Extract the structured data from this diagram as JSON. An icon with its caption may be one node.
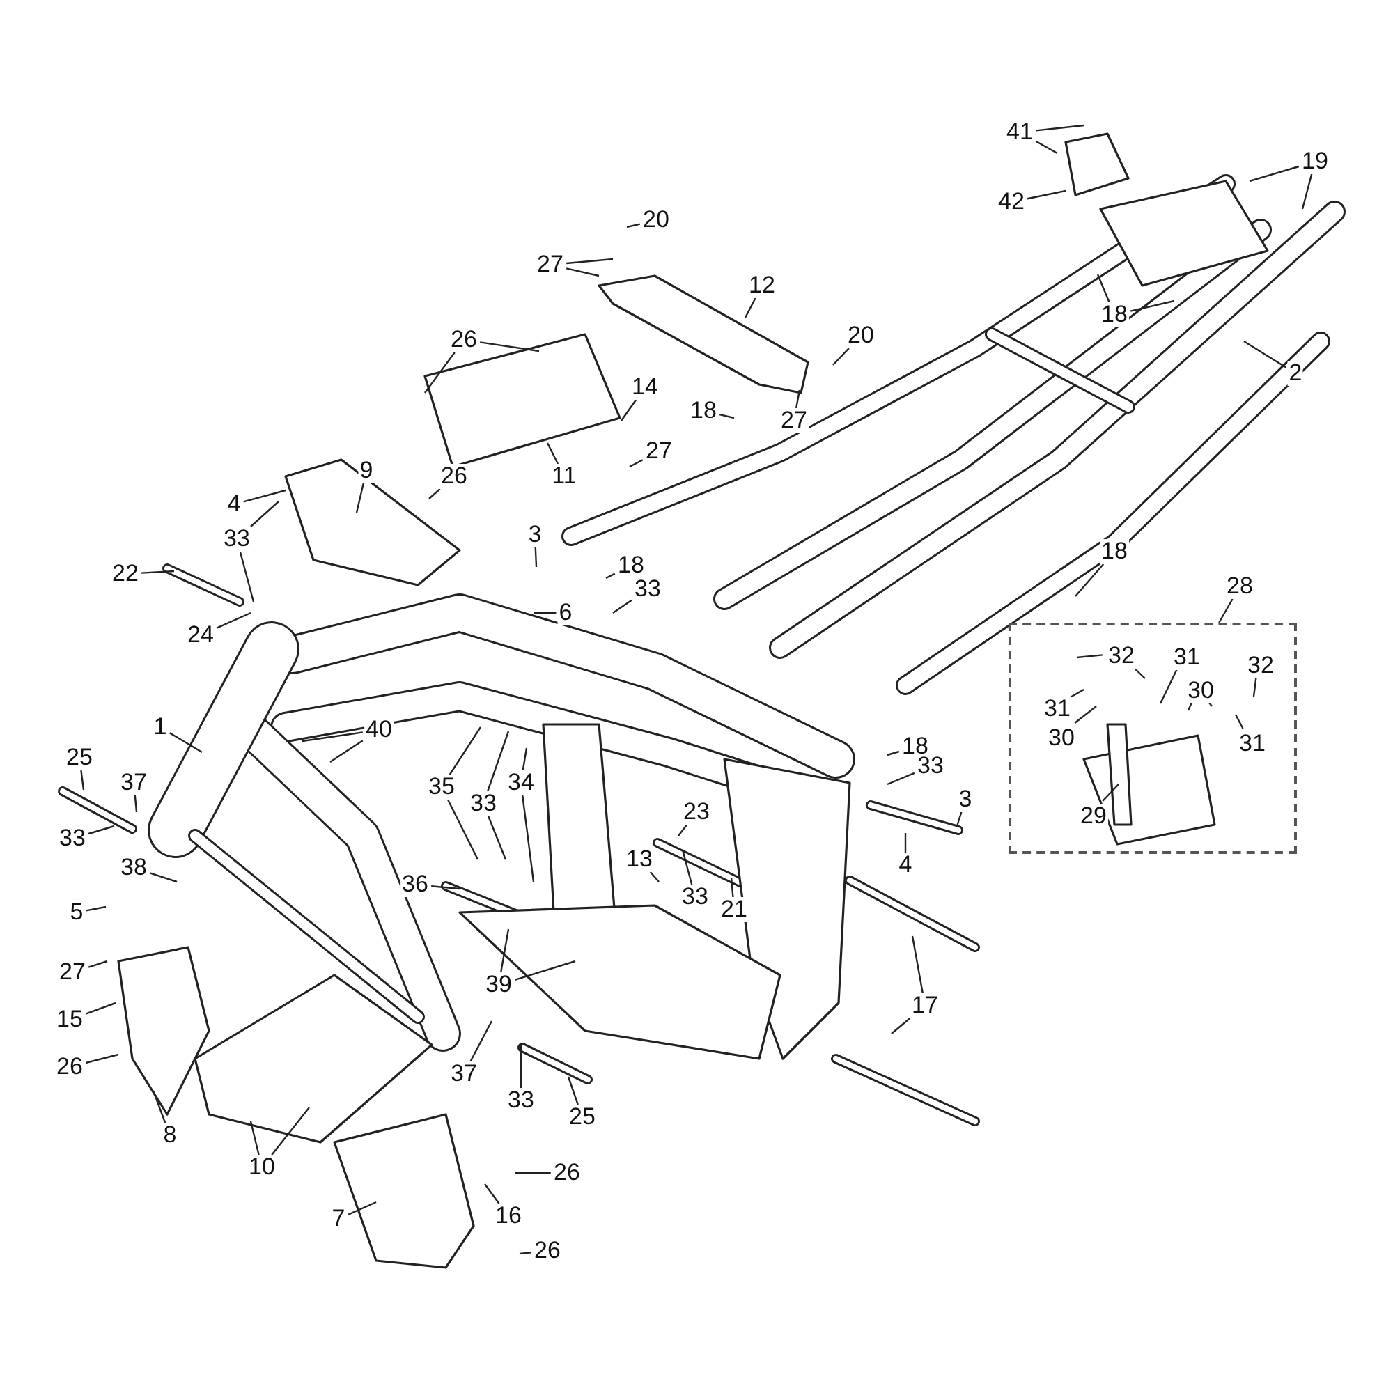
{
  "diagram": {
    "nodes": [
      {
        "text": [
          "41"
        ]
      },
      {
        "text": [
          "42"
        ]
      },
      {
        "text": [
          "19"
        ]
      },
      {
        "text": [
          "20"
        ]
      },
      {
        "text": [
          "27"
        ]
      },
      {
        "text": [
          "12"
        ]
      },
      {
        "text": [
          "18"
        ]
      },
      {
        "text": [
          "20"
        ]
      },
      {
        "text": [
          "26"
        ]
      },
      {
        "text": [
          "2"
        ]
      },
      {
        "text": [
          "14"
        ]
      },
      {
        "text": [
          "18"
        ]
      },
      {
        "text": [
          "27"
        ]
      },
      {
        "text": [
          "27"
        ]
      },
      {
        "text": [
          "9"
        ]
      },
      {
        "text": [
          "11"
        ]
      },
      {
        "text": [
          "26"
        ]
      },
      {
        "text": [
          "4"
        ]
      },
      {
        "text": [
          "3"
        ]
      },
      {
        "text": [
          "33"
        ]
      },
      {
        "text": [
          "18"
        ]
      },
      {
        "text": [
          "18"
        ]
      },
      {
        "text": [
          "22"
        ]
      },
      {
        "text": [
          "28"
        ]
      },
      {
        "text": [
          "33"
        ]
      },
      {
        "text": [
          "6"
        ]
      },
      {
        "text": [],
        "shape": "box"
      },
      {
        "text": [
          "32"
        ],
        "in": 26
      },
      {
        "text": [
          "31"
        ],
        "in": 26
      },
      {
        "text": [
          "32"
        ],
        "in": 26
      },
      {
        "text": [
          "30"
        ],
        "in": 26
      },
      {
        "text": [
          "31"
        ],
        "in": 26
      },
      {
        "text": [
          "30"
        ],
        "in": 26
      },
      {
        "text": [
          "31"
        ],
        "in": 26
      },
      {
        "text": [
          "29"
        ],
        "in": 26
      },
      {
        "text": [
          "24"
        ]
      },
      {
        "text": [
          "1"
        ]
      },
      {
        "text": [
          "40"
        ]
      },
      {
        "text": [
          "18"
        ]
      },
      {
        "text": [
          "25"
        ]
      },
      {
        "text": [
          "33"
        ]
      },
      {
        "text": [
          "37"
        ]
      },
      {
        "text": [
          "35"
        ]
      },
      {
        "text": [
          "34"
        ]
      },
      {
        "text": [
          "33"
        ]
      },
      {
        "text": [
          "3"
        ]
      },
      {
        "text": [
          "23"
        ]
      },
      {
        "text": [
          "33"
        ]
      },
      {
        "text": [
          "13"
        ]
      },
      {
        "text": [
          "4"
        ]
      },
      {
        "text": [
          "38"
        ]
      },
      {
        "text": [
          "36"
        ]
      },
      {
        "text": [
          "33"
        ]
      },
      {
        "text": [
          "21"
        ]
      },
      {
        "text": [
          "5"
        ]
      },
      {
        "text": [
          "27"
        ]
      },
      {
        "text": [
          "39"
        ]
      },
      {
        "text": [
          "17"
        ]
      },
      {
        "text": [
          "15"
        ]
      },
      {
        "text": [
          "26"
        ]
      },
      {
        "text": [
          "37"
        ]
      },
      {
        "text": [
          "33"
        ]
      },
      {
        "text": [
          "25"
        ]
      },
      {
        "text": [
          "8"
        ]
      },
      {
        "text": [
          "10"
        ]
      },
      {
        "text": [
          "26"
        ]
      },
      {
        "text": [
          "16"
        ]
      },
      {
        "text": [
          "7"
        ]
      },
      {
        "text": [
          "26"
        ]
      }
    ],
    "edges": [
      {
        "from": 0,
        "to": null,
        "arrow": "none"
      },
      {
        "from": 0,
        "to": null,
        "arrow": "none"
      },
      {
        "from": 1,
        "to": null,
        "arrow": "none"
      },
      {
        "from": 2,
        "to": null,
        "arrow": "none"
      },
      {
        "from": 2,
        "to": null,
        "arrow": "none"
      },
      {
        "from": 3,
        "to": null,
        "arrow": "none"
      },
      {
        "from": 4,
        "to": null,
        "arrow": "none"
      },
      {
        "from": 4,
        "to": null,
        "arrow": "none"
      },
      {
        "from": 5,
        "to": null,
        "arrow": "none"
      },
      {
        "from": 6,
        "to": null,
        "arrow": "none"
      },
      {
        "from": 6,
        "to": null,
        "arrow": "none"
      },
      {
        "from": 7,
        "to": null,
        "arrow": "none"
      },
      {
        "from": 8,
        "to": null,
        "arrow": "none"
      },
      {
        "from": 8,
        "to": null,
        "arrow": "none"
      },
      {
        "from": 9,
        "to": null,
        "arrow": "none"
      },
      {
        "from": 10,
        "to": null,
        "arrow": "none"
      },
      {
        "from": 11,
        "to": null,
        "arrow": "none"
      },
      {
        "from": 12,
        "to": null,
        "arrow": "none"
      },
      {
        "from": 13,
        "to": null,
        "arrow": "none"
      },
      {
        "from": 14,
        "to": null,
        "arrow": "none"
      },
      {
        "from": 15,
        "to": null,
        "arrow": "none"
      },
      {
        "from": 16,
        "to": null,
        "arrow": "none"
      },
      {
        "from": 17,
        "to": null,
        "arrow": "none"
      },
      {
        "from": 19,
        "to": null,
        "arrow": "none"
      },
      {
        "from": 19,
        "to": null,
        "arrow": "none"
      },
      {
        "from": 18,
        "to": null,
        "arrow": "none"
      },
      {
        "from": 20,
        "to": null,
        "arrow": "none"
      },
      {
        "from": 21,
        "to": null,
        "arrow": "none"
      },
      {
        "from": 22,
        "to": null,
        "arrow": "none"
      },
      {
        "from": 23,
        "to": 26,
        "arrow": "none"
      },
      {
        "from": 24,
        "to": null,
        "arrow": "none"
      },
      {
        "from": 25,
        "to": null,
        "arrow": "none"
      },
      {
        "from": 27,
        "to": null,
        "arrow": "none"
      },
      {
        "from": 27,
        "to": null,
        "arrow": "none"
      },
      {
        "from": 28,
        "to": null,
        "arrow": "none"
      },
      {
        "from": 29,
        "to": null,
        "arrow": "none"
      },
      {
        "from": 30,
        "to": null,
        "arrow": "none"
      },
      {
        "from": 30,
        "to": null,
        "arrow": "none"
      },
      {
        "from": 31,
        "to": null,
        "arrow": "none"
      },
      {
        "from": 32,
        "to": null,
        "arrow": "none"
      },
      {
        "from": 33,
        "to": null,
        "arrow": "none"
      },
      {
        "from": 34,
        "to": null,
        "arrow": "none"
      },
      {
        "from": 35,
        "to": null,
        "arrow": "none"
      },
      {
        "from": 36,
        "to": null,
        "arrow": "none"
      },
      {
        "from": 37,
        "to": null,
        "arrow": "none"
      },
      {
        "from": 37,
        "to": null,
        "arrow": "none"
      },
      {
        "from": 38,
        "to": null,
        "arrow": "none"
      },
      {
        "from": 39,
        "to": null,
        "arrow": "none"
      },
      {
        "from": 40,
        "to": null,
        "arrow": "none"
      },
      {
        "from": 41,
        "to": null,
        "arrow": "none"
      },
      {
        "from": 42,
        "to": null,
        "arrow": "none"
      },
      {
        "from": 42,
        "to": null,
        "arrow": "none"
      },
      {
        "from": 43,
        "to": null,
        "arrow": "none"
      },
      {
        "from": 43,
        "to": null,
        "arrow": "none"
      },
      {
        "from": 44,
        "to": null,
        "arrow": "none"
      },
      {
        "from": 44,
        "to": null,
        "arrow": "none"
      },
      {
        "from": 45,
        "to": null,
        "arrow": "none"
      },
      {
        "from": 46,
        "to": null,
        "arrow": "none"
      },
      {
        "from": 47,
        "to": null,
        "arrow": "none"
      },
      {
        "from": 48,
        "to": null,
        "arrow": "none"
      },
      {
        "from": 49,
        "to": null,
        "arrow": "none"
      },
      {
        "from": 50,
        "to": null,
        "arrow": "none"
      },
      {
        "from": 51,
        "to": null,
        "arrow": "none"
      },
      {
        "from": 52,
        "to": null,
        "arrow": "none"
      },
      {
        "from": 53,
        "to": null,
        "arrow": "none"
      },
      {
        "from": 54,
        "to": null,
        "arrow": "none"
      },
      {
        "from": 55,
        "to": null,
        "arrow": "none"
      },
      {
        "from": 56,
        "to": null,
        "arrow": "none"
      },
      {
        "from": 56,
        "to": null,
        "arrow": "none"
      },
      {
        "from": 57,
        "to": null,
        "arrow": "none"
      },
      {
        "from": 57,
        "to": null,
        "arrow": "none"
      },
      {
        "from": 58,
        "to": null,
        "arrow": "none"
      },
      {
        "from": 59,
        "to": null,
        "arrow": "none"
      },
      {
        "from": 60,
        "to": null,
        "arrow": "none"
      },
      {
        "from": 61,
        "to": null,
        "arrow": "none"
      },
      {
        "from": 62,
        "to": null,
        "arrow": "none"
      },
      {
        "from": 63,
        "to": null,
        "arrow": "none"
      },
      {
        "from": 64,
        "to": null,
        "arrow": "none"
      },
      {
        "from": 64,
        "to": null,
        "arrow": "none"
      },
      {
        "from": 65,
        "to": null,
        "arrow": "none"
      },
      {
        "from": 66,
        "to": null,
        "arrow": "none"
      },
      {
        "from": 67,
        "to": null,
        "arrow": "none"
      },
      {
        "from": 68,
        "to": null,
        "arrow": "none"
      }
    ]
  }
}
